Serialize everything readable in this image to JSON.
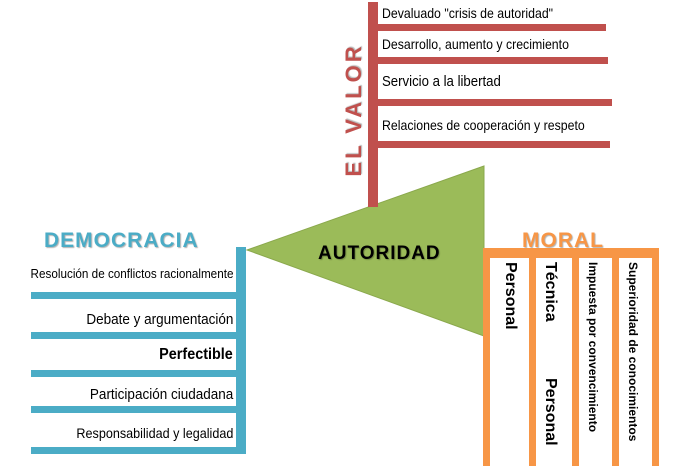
{
  "colors": {
    "valor": "#c0504d",
    "democracia": "#4bacc6",
    "moral": "#f79646",
    "triangle": "#9bbb59"
  },
  "center": {
    "label": "AUTORIDAD"
  },
  "valor": {
    "title": "EL VALOR",
    "items": [
      "Devaluado \"crisis de autoridad\"",
      "Desarrollo, aumento y crecimiento",
      "Servicio a la libertad",
      "Relaciones de cooperación y respeto"
    ]
  },
  "democracia": {
    "title": "DEMOCRACIA",
    "items": [
      "Resolución de conflictos racionalmente",
      "Debate y argumentación",
      "Perfectible",
      "Participación ciudadana",
      "Responsabilidad y legalidad"
    ]
  },
  "moral": {
    "title": "MORAL",
    "columns": [
      {
        "top": "Personal",
        "bottom": ""
      },
      {
        "top": "Técnica",
        "bottom": "Personal"
      },
      {
        "top": "Impuesta por convencimiento",
        "bottom": ""
      },
      {
        "top": "Superioridad de conocimientos",
        "bottom": ""
      }
    ]
  }
}
